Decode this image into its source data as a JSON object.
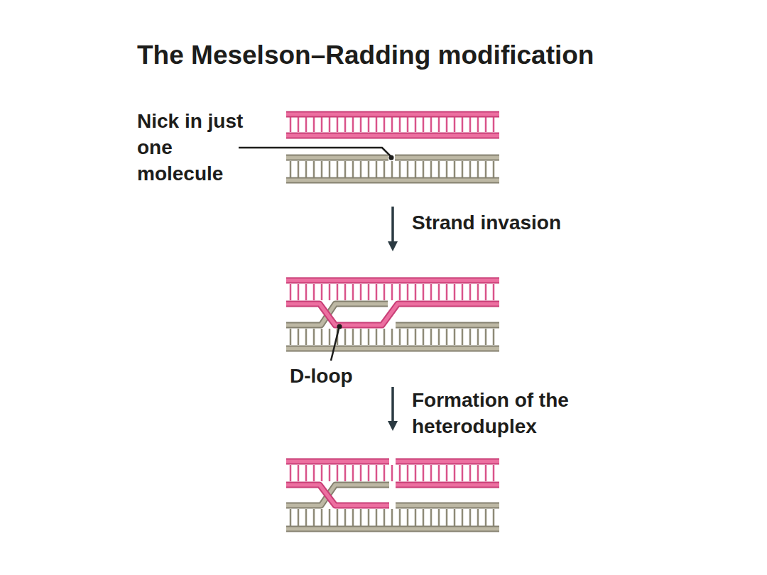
{
  "diagram": {
    "title": "The Meselson–Radding modification",
    "labels": [
      "Nick in just one molecule",
      "Strand invasion",
      "D-loop",
      "Formation of the heteroduplex"
    ]
  }
}
